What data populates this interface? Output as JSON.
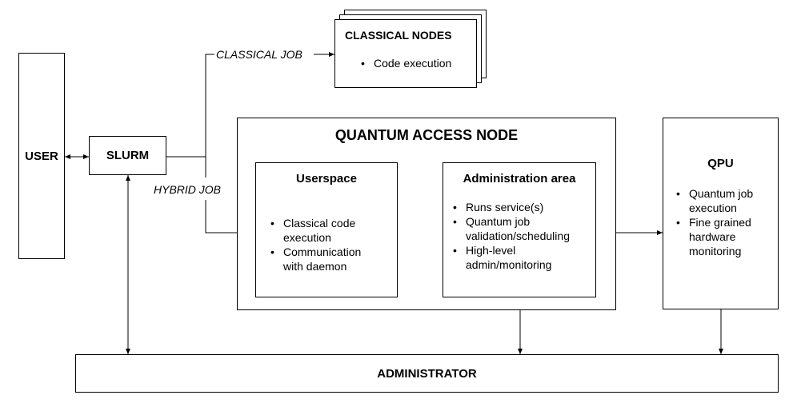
{
  "user": {
    "label": "USER"
  },
  "slurm": {
    "label": "SLURM"
  },
  "classical_job_label": "CLASSICAL JOB",
  "hybrid_job_label": "HYBRID JOB",
  "classical_nodes": {
    "title": "CLASSICAL NODES",
    "items": [
      "Code execution"
    ]
  },
  "quantum_access_node": {
    "title": "QUANTUM ACCESS NODE",
    "userspace": {
      "title": "Userspace",
      "items": [
        "Classical code\nexecution",
        "Communication\nwith daemon"
      ]
    },
    "admin_area": {
      "title": "Administration area",
      "items": [
        "Runs service(s)",
        "Quantum job\nvalidation/scheduling",
        "High-level\nadmin/monitoring"
      ]
    }
  },
  "qpu": {
    "title": "QPU",
    "items": [
      "Quantum job\nexecution",
      "Fine grained\nhardware\nmonitoring"
    ]
  },
  "administrator": {
    "label": "ADMINISTRATOR"
  }
}
